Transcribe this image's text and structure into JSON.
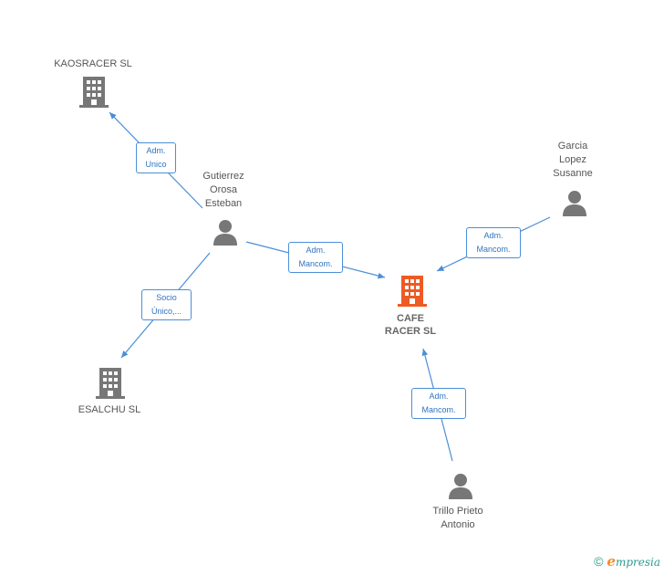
{
  "colors": {
    "edge": "#4a8fd8",
    "company_gray": "#777777",
    "company_main": "#ee5a24",
    "person": "#777777"
  },
  "nodes": {
    "kaosracer": {
      "label": "KAOSRACER SL",
      "icon": "building-icon"
    },
    "esalchu": {
      "label": "ESALCHU SL",
      "icon": "building-icon"
    },
    "cafe_racer": {
      "label_line1": "CAFE",
      "label_line2": "RACER SL",
      "icon": "building-icon"
    },
    "gutierrez": {
      "label_line1": "Gutierrez",
      "label_line2": "Orosa",
      "label_line3": "Esteban",
      "icon": "person-icon"
    },
    "garcia": {
      "label_line1": "Garcia",
      "label_line2": "Lopez",
      "label_line3": "Susanne",
      "icon": "person-icon"
    },
    "trillo": {
      "label_line1": "Trillo Prieto",
      "label_line2": "Antonio",
      "icon": "person-icon"
    }
  },
  "edges": {
    "gutierrez_kaosracer": {
      "line1": "Adm.",
      "line2": "Unico"
    },
    "gutierrez_esalchu": {
      "line1": "Socio",
      "line2": "Único,..."
    },
    "gutierrez_cafe": {
      "line1": "Adm.",
      "line2": "Mancom."
    },
    "garcia_cafe": {
      "line1": "Adm.",
      "line2": "Mancom."
    },
    "trillo_cafe": {
      "line1": "Adm.",
      "line2": "Mancom."
    }
  },
  "footer": {
    "copyright": "©",
    "brand_initial": "e",
    "brand_rest": "mpresia"
  }
}
